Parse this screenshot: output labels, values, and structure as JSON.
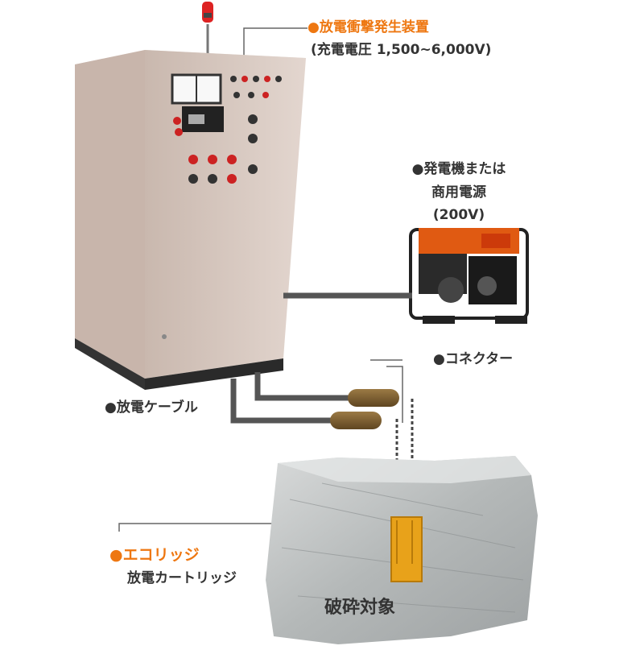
{
  "labels": {
    "shock_device": "●放電衝撃発生装置",
    "charge_voltage": "(充電電圧 1,500~6,000V)",
    "generator_line1": "●発電機または",
    "generator_line2": "商用電源",
    "generator_line3": "(200V)",
    "connector": "●コネクター",
    "cable": "●放電ケーブル",
    "ecoridge": "●エコリッジ",
    "cartridge": "放電カートリッジ",
    "target": "破砕対象"
  },
  "colors": {
    "accent_orange": "#ee7711",
    "text_dark": "#333333",
    "cabinet": "#d9c9c0",
    "cable": "#555555",
    "connector": "#7a5a2a",
    "cartridge": "#e8a21a",
    "rock": "#b8bcbc"
  }
}
